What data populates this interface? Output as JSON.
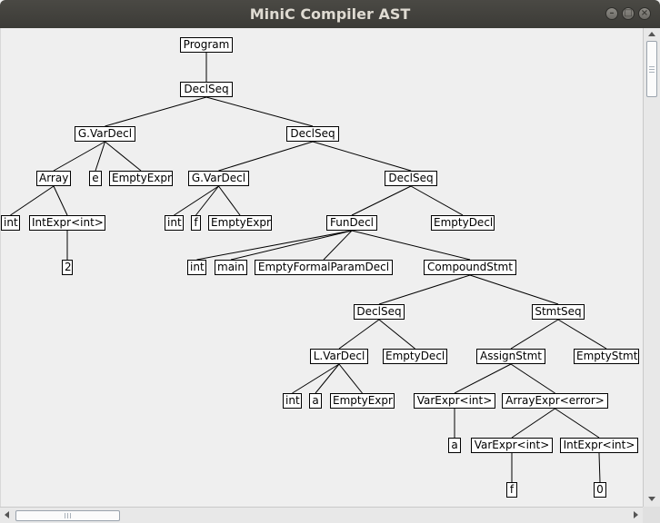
{
  "window": {
    "title": "MiniC Compiler AST"
  },
  "tree": {
    "nodes": [
      {
        "id": "program",
        "label": "Program"
      },
      {
        "id": "declseq1",
        "label": "DeclSeq"
      },
      {
        "id": "gvardecl1",
        "label": "G.VarDecl"
      },
      {
        "id": "declseq2",
        "label": "DeclSeq"
      },
      {
        "id": "array",
        "label": "Array"
      },
      {
        "id": "e",
        "label": "e"
      },
      {
        "id": "emptyexpr1",
        "label": "EmptyExpr"
      },
      {
        "id": "gvardecl2",
        "label": "G.VarDecl"
      },
      {
        "id": "declseq3",
        "label": "DeclSeq"
      },
      {
        "id": "int1",
        "label": "int"
      },
      {
        "id": "intexpr1",
        "label": "IntExpr<int>"
      },
      {
        "id": "int2",
        "label": "int"
      },
      {
        "id": "f1",
        "label": "f"
      },
      {
        "id": "emptyexpr2",
        "label": "EmptyExpr"
      },
      {
        "id": "fundecl",
        "label": "FunDecl"
      },
      {
        "id": "emptydecl1",
        "label": "EmptyDecl"
      },
      {
        "id": "two",
        "label": "2"
      },
      {
        "id": "int3",
        "label": "int"
      },
      {
        "id": "main",
        "label": "main"
      },
      {
        "id": "emptyformal",
        "label": "EmptyFormalParamDecl"
      },
      {
        "id": "compound",
        "label": "CompoundStmt"
      },
      {
        "id": "declseq4",
        "label": "DeclSeq"
      },
      {
        "id": "stmtseq",
        "label": "StmtSeq"
      },
      {
        "id": "lvardecl",
        "label": "L.VarDecl"
      },
      {
        "id": "emptydecl2",
        "label": "EmptyDecl"
      },
      {
        "id": "assign",
        "label": "AssignStmt"
      },
      {
        "id": "emptystmt",
        "label": "EmptyStmt"
      },
      {
        "id": "int4",
        "label": "int"
      },
      {
        "id": "a1",
        "label": "a"
      },
      {
        "id": "emptyexpr3",
        "label": "EmptyExpr"
      },
      {
        "id": "varexpr1",
        "label": "VarExpr<int>"
      },
      {
        "id": "arrayexpr",
        "label": "ArrayExpr<error>"
      },
      {
        "id": "a2",
        "label": "a"
      },
      {
        "id": "varexpr2",
        "label": "VarExpr<int>"
      },
      {
        "id": "intexpr2",
        "label": "IntExpr<int>"
      },
      {
        "id": "f2",
        "label": "f"
      },
      {
        "id": "zero",
        "label": "0"
      }
    ],
    "edges": [
      [
        "program",
        "declseq1"
      ],
      [
        "declseq1",
        "gvardecl1"
      ],
      [
        "declseq1",
        "declseq2"
      ],
      [
        "gvardecl1",
        "array"
      ],
      [
        "gvardecl1",
        "e"
      ],
      [
        "gvardecl1",
        "emptyexpr1"
      ],
      [
        "array",
        "int1"
      ],
      [
        "array",
        "intexpr1"
      ],
      [
        "intexpr1",
        "two"
      ],
      [
        "declseq2",
        "gvardecl2"
      ],
      [
        "declseq2",
        "declseq3"
      ],
      [
        "gvardecl2",
        "int2"
      ],
      [
        "gvardecl2",
        "f1"
      ],
      [
        "gvardecl2",
        "emptyexpr2"
      ],
      [
        "declseq3",
        "fundecl"
      ],
      [
        "declseq3",
        "emptydecl1"
      ],
      [
        "fundecl",
        "int3"
      ],
      [
        "fundecl",
        "main"
      ],
      [
        "fundecl",
        "emptyformal"
      ],
      [
        "fundecl",
        "compound"
      ],
      [
        "compound",
        "declseq4"
      ],
      [
        "compound",
        "stmtseq"
      ],
      [
        "declseq4",
        "lvardecl"
      ],
      [
        "declseq4",
        "emptydecl2"
      ],
      [
        "lvardecl",
        "int4"
      ],
      [
        "lvardecl",
        "a1"
      ],
      [
        "lvardecl",
        "emptyexpr3"
      ],
      [
        "stmtseq",
        "assign"
      ],
      [
        "stmtseq",
        "emptystmt"
      ],
      [
        "assign",
        "varexpr1"
      ],
      [
        "assign",
        "arrayexpr"
      ],
      [
        "varexpr1",
        "a2"
      ],
      [
        "arrayexpr",
        "varexpr2"
      ],
      [
        "arrayexpr",
        "intexpr2"
      ],
      [
        "varexpr2",
        "f2"
      ],
      [
        "intexpr2",
        "zero"
      ]
    ]
  }
}
